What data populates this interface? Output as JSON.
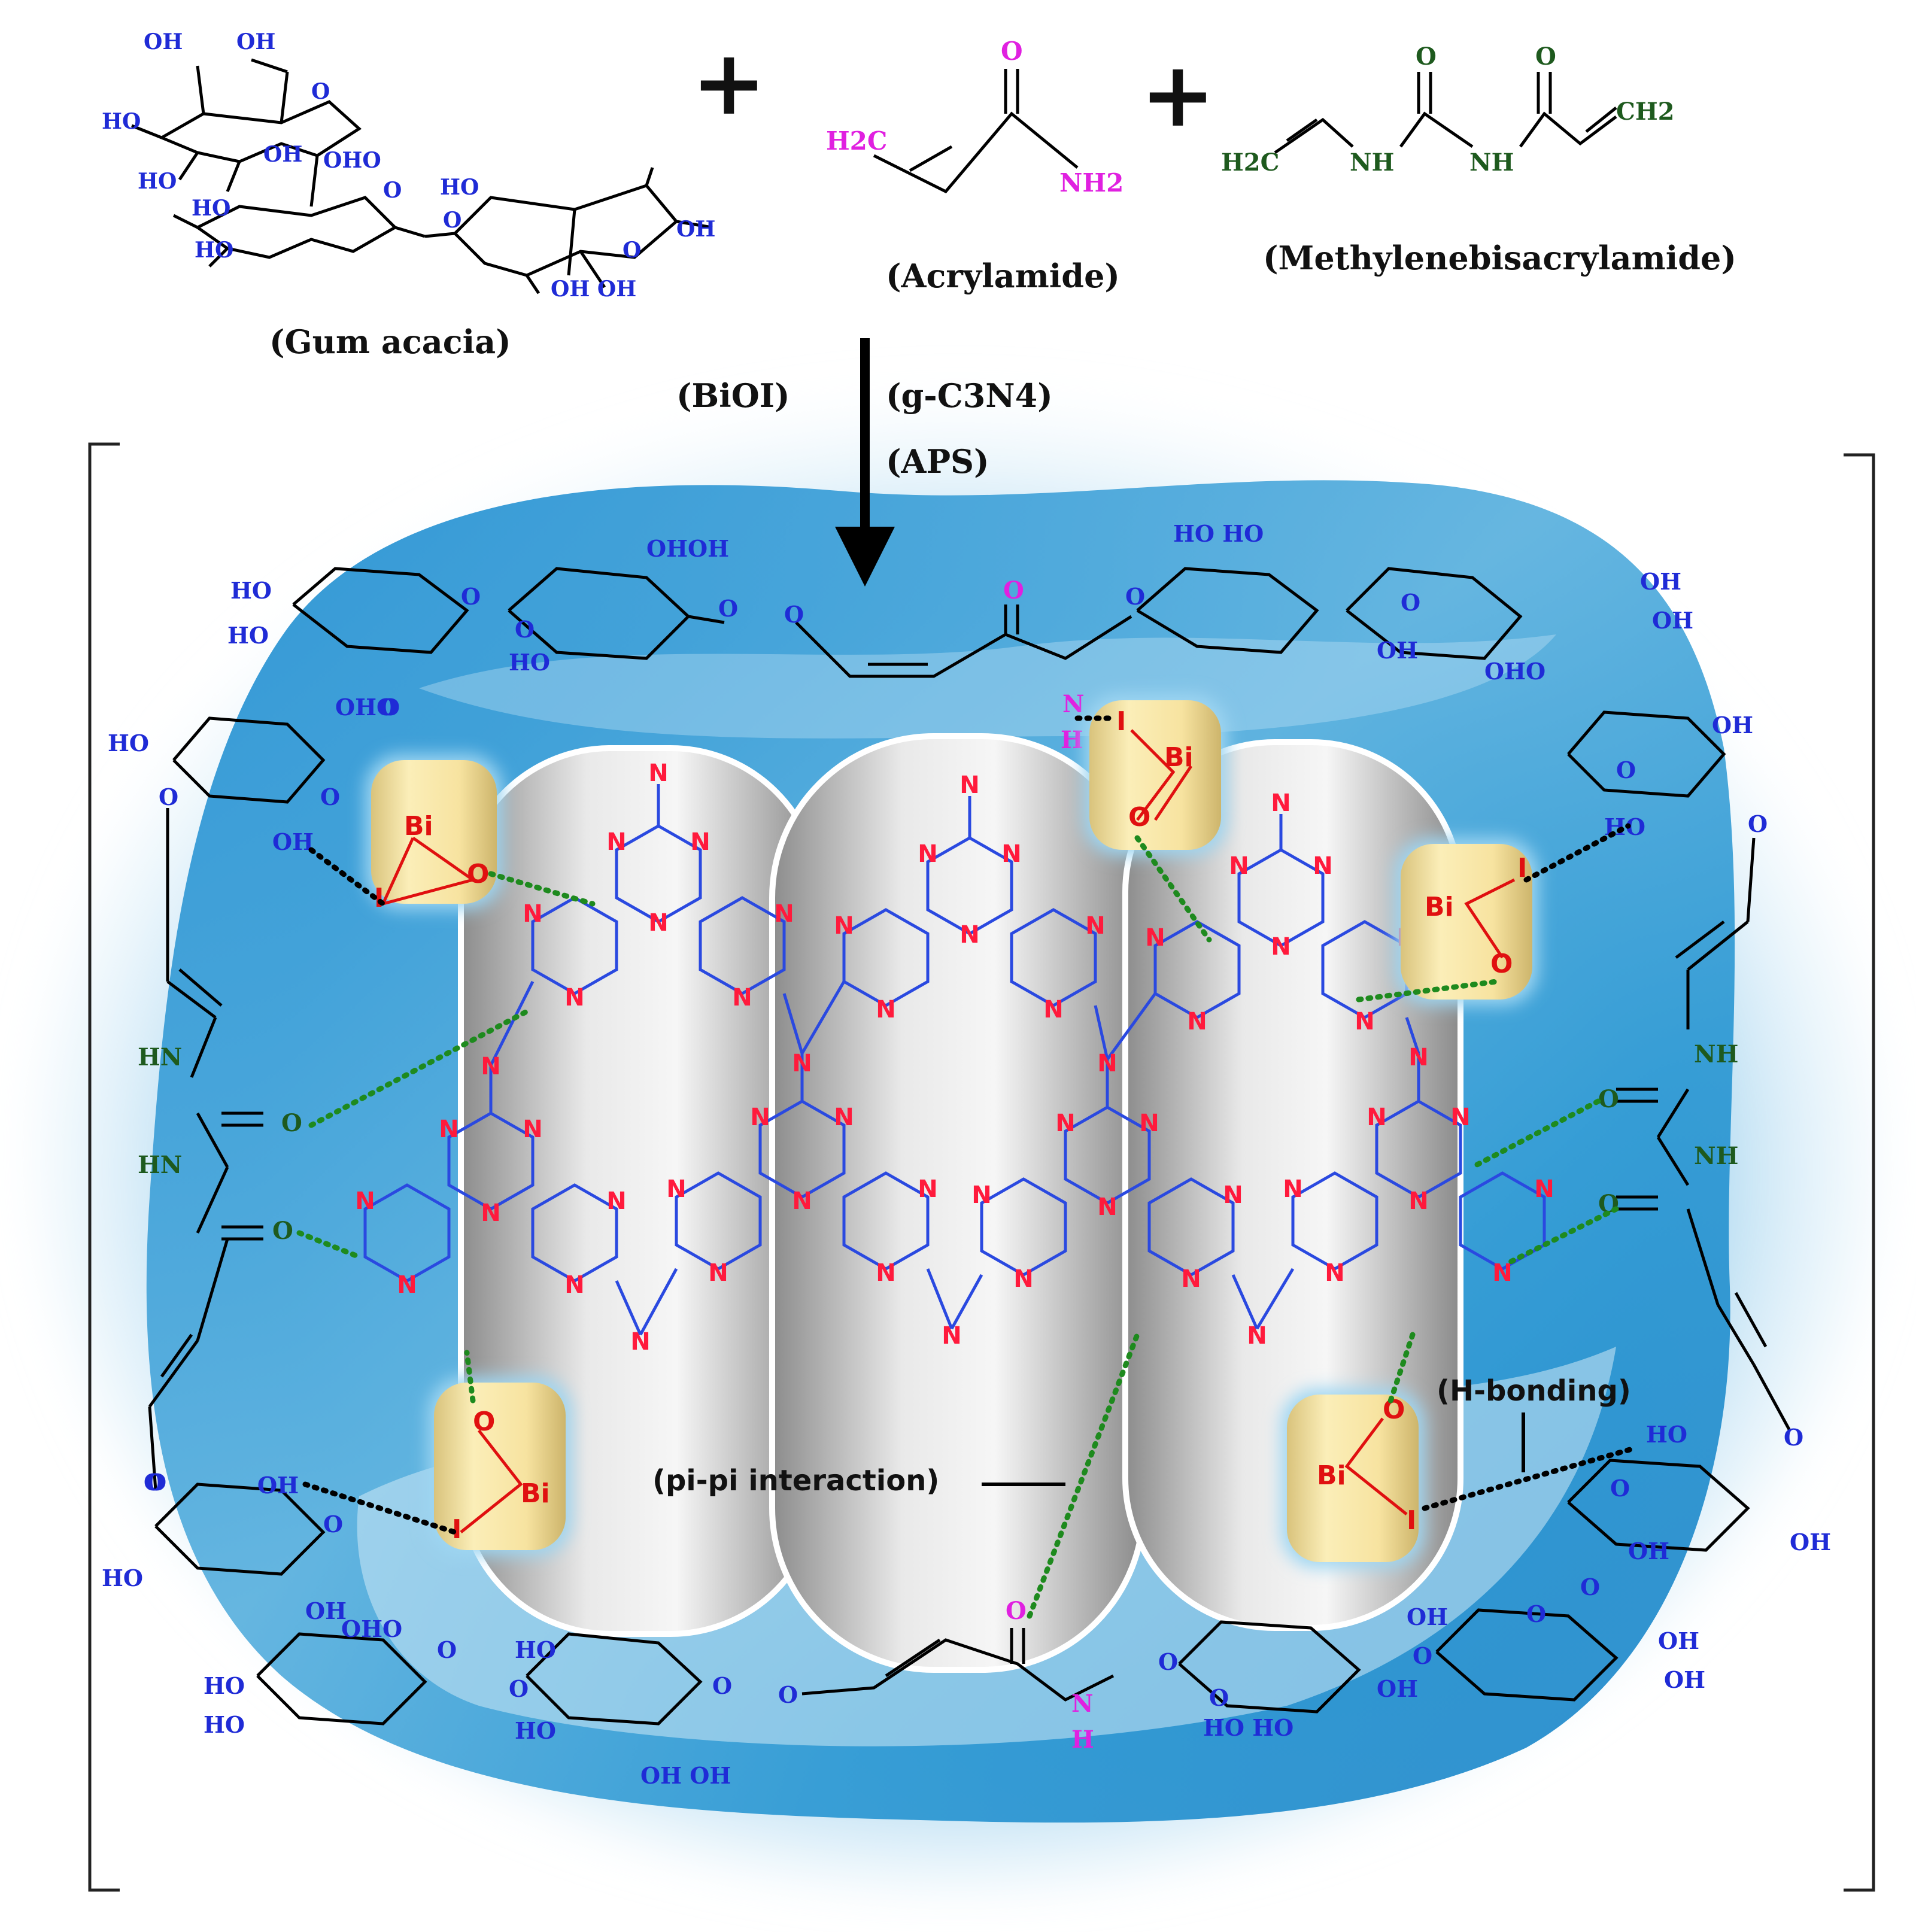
{
  "colors": {
    "hydroxyl": "#1f2bd6",
    "acrylamide": "#e020e0",
    "crosslinker": "#1e5a1e",
    "nitrogen": "#ff1a3c",
    "triazine_bond": "#2a49e0",
    "bioi": "#e01010",
    "hbond_green": "#1e8a1e",
    "hbond_black": "#000000",
    "gel_blue": "#1f8fcf",
    "bioi_particle": "#f4df95"
  },
  "reactants": {
    "gum_acacia": "(Gum acacia)",
    "acrylamide": "(Acrylamide)",
    "mba": "(Methylenebisacrylamide)",
    "plus": "+"
  },
  "atoms": {
    "oh": "OH",
    "ho": "HO",
    "ohho": "OHO",
    "ohoh": "OHOH",
    "oh_oh": "OH OH",
    "hoho": "HO HO",
    "o": "O",
    "n": "N",
    "nh": "NH",
    "hn": "HN",
    "h": "H",
    "h2c": "H2C",
    "ch2": "CH2",
    "nh2": "NH2",
    "bi": "Bi",
    "i": "I"
  },
  "reagents": {
    "bioi": "(BiOI)",
    "gcn": "(g-C3N4)",
    "aps": "(APS)"
  },
  "annotations": {
    "h_bonding": "(H-bonding)",
    "pi_pi": "(pi-pi interaction)"
  }
}
